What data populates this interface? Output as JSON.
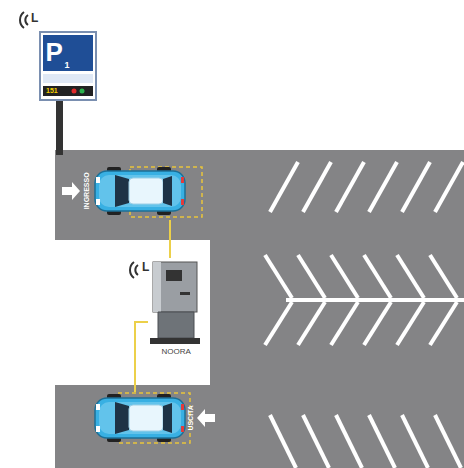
{
  "diagram": {
    "nodes": [
      {
        "text": [
          "P",
          "1",
          "151"
        ]
      },
      {
        "text": [
          "INGRESSO"
        ]
      },
      {
        "text": [
          "NOORA"
        ]
      },
      {
        "text": [
          "USCITA"
        ]
      }
    ],
    "edges": [
      {
        "from": 2,
        "to": 1,
        "arrow": "none"
      },
      {
        "from": 2,
        "to": 3,
        "arrow": "none"
      }
    ],
    "labels": [
      "L",
      "L"
    ]
  }
}
